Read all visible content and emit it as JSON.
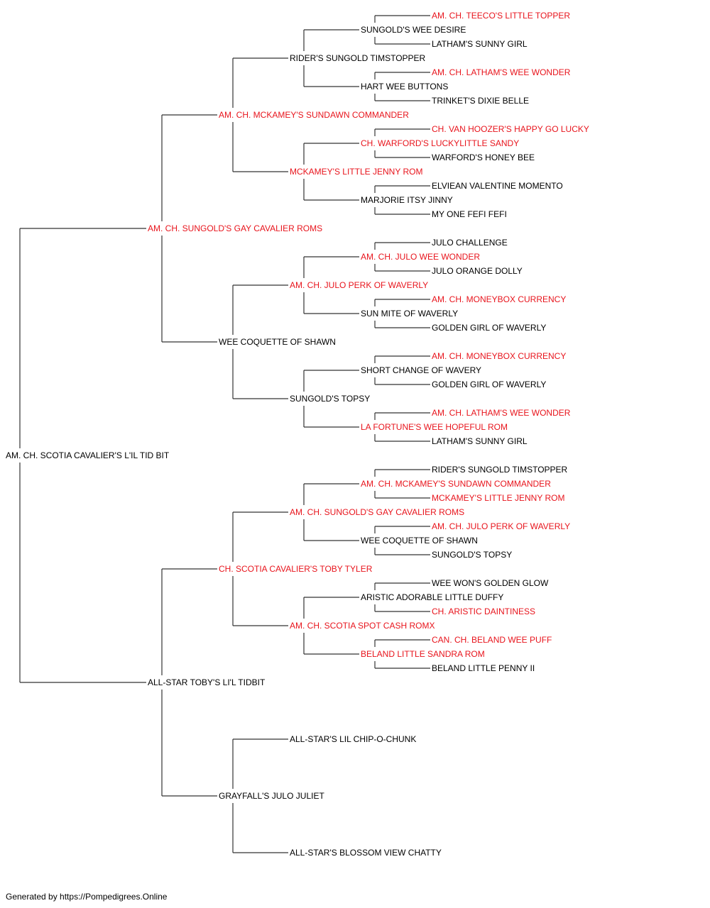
{
  "colors": {
    "champion": "#e8141c",
    "normal": "#000000",
    "connector": "#333333"
  },
  "pedigree": {
    "name": "AM. CH. SCOTIA CAVALIER'S L'IL TID BIT",
    "champion": false,
    "sire": {
      "name": "AM. CH. SUNGOLD'S GAY CAVALIER ROMS",
      "champion": true,
      "sire": {
        "name": "AM. CH. MCKAMEY'S SUNDAWN COMMANDER",
        "champion": true,
        "sire": {
          "name": "RIDER'S SUNGOLD TIMSTOPPER",
          "champion": false,
          "sire": {
            "name": "SUNGOLD'S WEE DESIRE",
            "champion": false,
            "sire": {
              "name": "AM. CH. TEECO'S LITTLE TOPPER",
              "champion": true
            },
            "dam": {
              "name": "LATHAM'S SUNNY GIRL",
              "champion": false
            }
          },
          "dam": {
            "name": "HART WEE BUTTONS",
            "champion": false,
            "sire": {
              "name": "AM. CH. LATHAM'S WEE WONDER",
              "champion": true
            },
            "dam": {
              "name": "TRINKET'S DIXIE BELLE",
              "champion": false
            }
          }
        },
        "dam": {
          "name": "MCKAMEY'S LITTLE JENNY ROM",
          "champion": true,
          "sire": {
            "name": "CH. WARFORD'S LUCKYLITTLE SANDY",
            "champion": true,
            "sire": {
              "name": "CH. VAN HOOZER'S HAPPY GO LUCKY",
              "champion": true
            },
            "dam": {
              "name": "WARFORD'S HONEY BEE",
              "champion": false
            }
          },
          "dam": {
            "name": "MARJORIE ITSY JINNY",
            "champion": false,
            "sire": {
              "name": "ELVIEAN VALENTINE MOMENTO",
              "champion": false
            },
            "dam": {
              "name": "MY ONE FEFI FEFI",
              "champion": false
            }
          }
        }
      },
      "dam": {
        "name": "WEE COQUETTE OF SHAWN",
        "champion": false,
        "sire": {
          "name": "AM. CH. JULO PERK OF WAVERLY",
          "champion": true,
          "sire": {
            "name": "AM. CH. JULO WEE WONDER",
            "champion": true,
            "sire": {
              "name": "JULO CHALLENGE",
              "champion": false
            },
            "dam": {
              "name": "JULO ORANGE DOLLY",
              "champion": false
            }
          },
          "dam": {
            "name": "SUN MITE OF WAVERLY",
            "champion": false,
            "sire": {
              "name": "AM. CH. MONEYBOX CURRENCY",
              "champion": true
            },
            "dam": {
              "name": "GOLDEN GIRL OF WAVERLY",
              "champion": false
            }
          }
        },
        "dam": {
          "name": "SUNGOLD'S TOPSY",
          "champion": false,
          "sire": {
            "name": "SHORT CHANGE OF WAVERY",
            "champion": false,
            "sire": {
              "name": "AM. CH. MONEYBOX CURRENCY",
              "champion": true
            },
            "dam": {
              "name": "GOLDEN GIRL OF WAVERLY",
              "champion": false
            }
          },
          "dam": {
            "name": "LA FORTUNE'S WEE HOPEFUL ROM",
            "champion": true,
            "sire": {
              "name": "AM. CH. LATHAM'S WEE WONDER",
              "champion": true
            },
            "dam": {
              "name": "LATHAM'S SUNNY GIRL",
              "champion": false
            }
          }
        }
      }
    },
    "dam": {
      "name": "ALL-STAR TOBY'S LI'L TIDBIT",
      "champion": false,
      "sire": {
        "name": "CH. SCOTIA CAVALIER'S TOBY TYLER",
        "champion": true,
        "sire": {
          "name": "AM. CH. SUNGOLD'S GAY CAVALIER ROMS",
          "champion": true,
          "sire": {
            "name": "AM. CH. MCKAMEY'S SUNDAWN COMMANDER",
            "champion": true,
            "sire": {
              "name": "RIDER'S SUNGOLD TIMSTOPPER",
              "champion": false
            },
            "dam": {
              "name": "MCKAMEY'S LITTLE JENNY ROM",
              "champion": true
            }
          },
          "dam": {
            "name": "WEE COQUETTE OF SHAWN",
            "champion": false,
            "sire": {
              "name": "AM. CH. JULO PERK OF WAVERLY",
              "champion": true
            },
            "dam": {
              "name": "SUNGOLD'S TOPSY",
              "champion": false
            }
          }
        },
        "dam": {
          "name": "AM. CH. SCOTIA SPOT CASH ROMX",
          "champion": true,
          "sire": {
            "name": "ARISTIC ADORABLE LITTLE DUFFY",
            "champion": false,
            "sire": {
              "name": "WEE WON'S GOLDEN GLOW",
              "champion": false
            },
            "dam": {
              "name": "CH. ARISTIC DAINTINESS",
              "champion": true
            }
          },
          "dam": {
            "name": "BELAND LITTLE SANDRA ROM",
            "champion": true,
            "sire": {
              "name": "CAN. CH. BELAND WEE PUFF",
              "champion": true
            },
            "dam": {
              "name": "BELAND LITTLE PENNY II",
              "champion": false
            }
          }
        }
      },
      "dam": {
        "name": "GRAYFALL'S JULO JULIET",
        "champion": false,
        "sire": {
          "name": "ALL-STAR'S LIL CHIP-O-CHUNK",
          "champion": false
        },
        "dam": {
          "name": "ALL-STAR'S BLOSSOM VIEW CHATTY",
          "champion": false
        }
      }
    }
  },
  "footer": {
    "text": "Generated by https://Pompedigrees.Online"
  }
}
